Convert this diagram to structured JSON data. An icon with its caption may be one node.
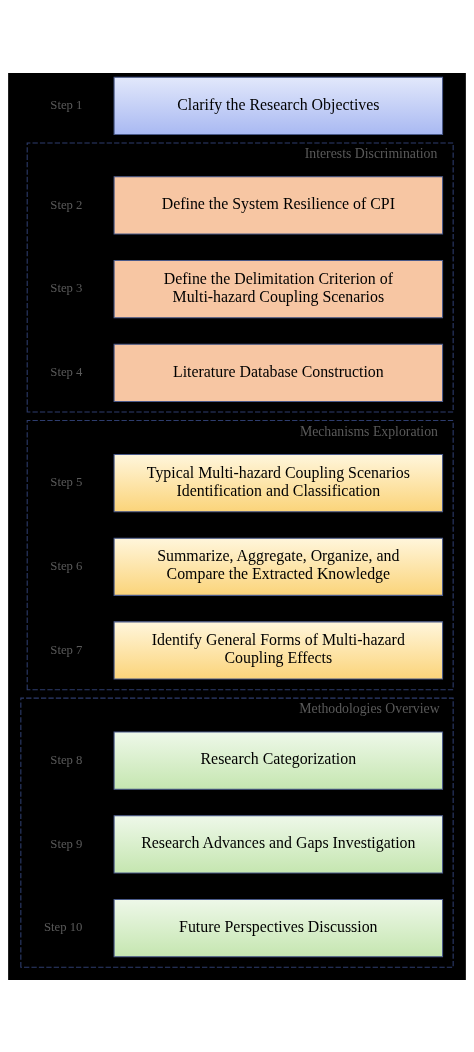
{
  "diagram": {
    "nodes": [
      {
        "text": [
          "Clarify the Research Objectives"
        ],
        "beside": [
          "Step 1"
        ]
      },
      {
        "text": [
          "Interests Discrimination"
        ]
      },
      {
        "text": [
          "Define the System Resilience of CPI"
        ],
        "in": 1,
        "beside": [
          "Step 2"
        ]
      },
      {
        "text": [
          "Define the Delimitation Criterion of Multi-hazard Coupling Scenarios"
        ],
        "in": 1,
        "beside": [
          "Step 3"
        ]
      },
      {
        "text": [
          "Literature Database Construction"
        ],
        "in": 1,
        "beside": [
          "Step 4"
        ]
      },
      {
        "text": [
          "Mechanisms Exploration"
        ]
      },
      {
        "text": [
          "Typical Multi-hazard Coupling Scenarios Identification and Classification"
        ],
        "in": 5,
        "beside": [
          "Step 5"
        ]
      },
      {
        "text": [
          "Summarize, Aggregate, Organize, and Compare the Extracted Knowledge"
        ],
        "in": 5,
        "beside": [
          "Step 6"
        ]
      },
      {
        "text": [
          "Identify General Forms of Multi-hazard Coupling Effects"
        ],
        "in": 5,
        "beside": [
          "Step 7"
        ]
      },
      {
        "text": [
          "Methodologies Overview"
        ]
      },
      {
        "text": [
          "Research Categorization"
        ],
        "in": 9,
        "beside": [
          "Step 8"
        ]
      },
      {
        "text": [
          "Research Advances and Gaps Investigation"
        ],
        "in": 9,
        "beside": [
          "Step 9"
        ]
      },
      {
        "text": [
          "Future Perspectives Discussion"
        ],
        "in": 9,
        "beside": [
          "Step 10"
        ]
      }
    ]
  }
}
